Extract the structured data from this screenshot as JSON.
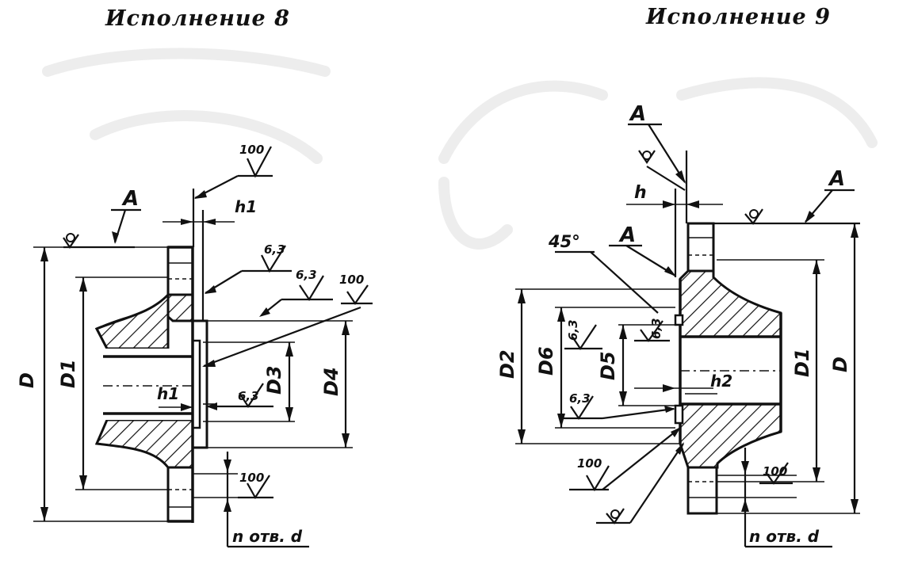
{
  "variant8": {
    "title": "Исполнение 8",
    "labels": {
      "roughness_100_top": "100",
      "h1_top": "h1",
      "datum_A": "A",
      "r63_a": "6,3",
      "r63_b": "6,3",
      "r100_right": "100",
      "D": "D",
      "D1": "D1",
      "D3": "D3",
      "D4": "D4",
      "h1_mid": "h1",
      "r63_c": "6,3",
      "r100_bottom": "100",
      "holes": "n отв. d"
    }
  },
  "variant9": {
    "title": "Исполнение 9",
    "labels": {
      "datum_A_top": "A",
      "h": "h",
      "datum_A_right": "A",
      "chamfer": "45°",
      "datum_A_mid": "A",
      "r63_a": "6,3",
      "r63_b": "6,3",
      "D2": "D2",
      "D6": "D6",
      "D5": "D5",
      "h2": "h2",
      "r63_c": "6,3",
      "D1": "D1",
      "D": "D",
      "r100_left": "100",
      "r100_right": "100",
      "holes": "n отв. d"
    }
  }
}
